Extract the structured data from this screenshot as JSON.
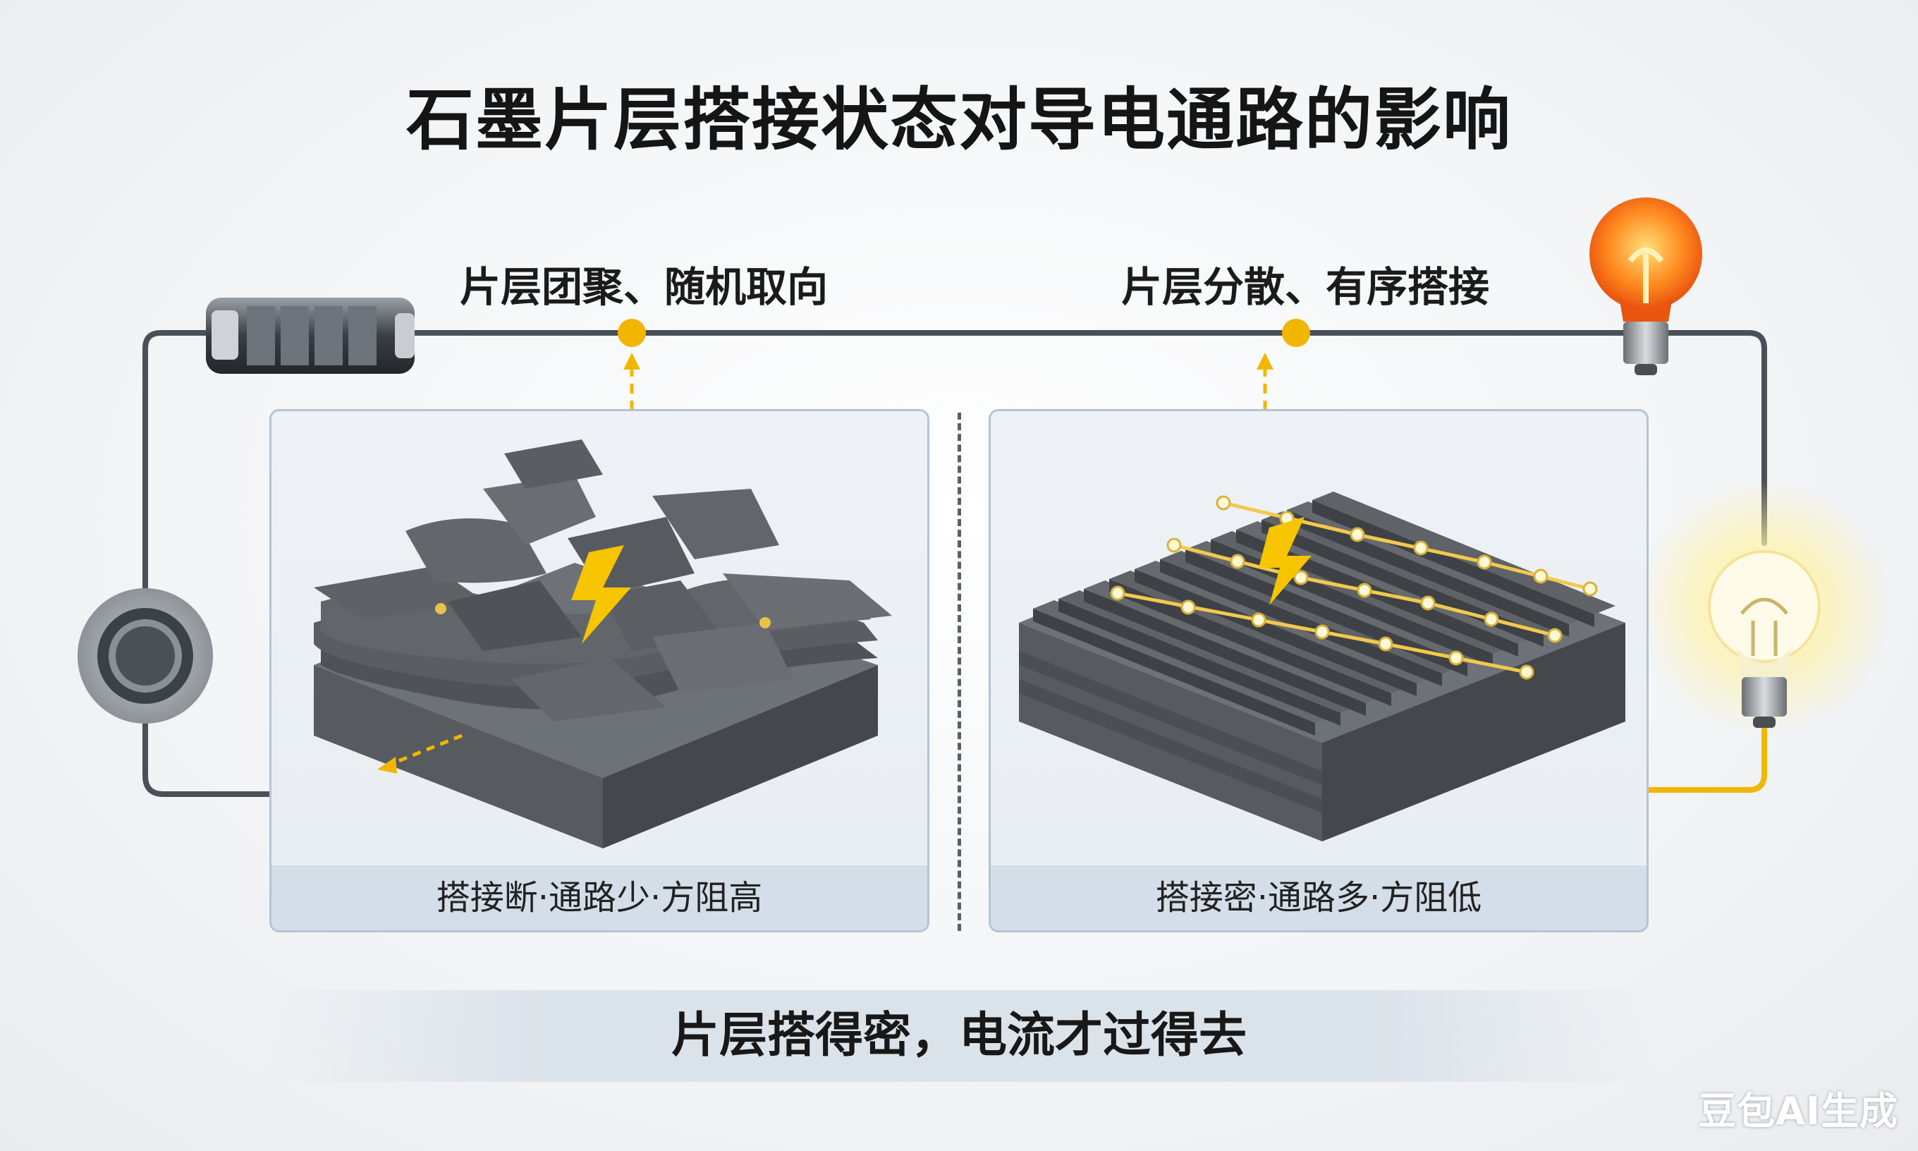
{
  "title": "石墨片层搭接状态对导电通路的影响",
  "left": {
    "heading": "片层团聚、随机取向",
    "caption": "搭接断·通路少·方阻高"
  },
  "right": {
    "heading": "片层分散、有序搭接",
    "caption": "搭接密·通路多·方阻低"
  },
  "banner": "片层搭得密，电流才过得去",
  "watermark": "豆包AI生成",
  "colors": {
    "wire": "#4a5057",
    "current": "#f2b600",
    "flake": "#5b5f64",
    "panel_border": "#b5c4d3"
  },
  "icons": [
    "battery-icon",
    "switch-icon",
    "bulb-off-icon",
    "bulb-lit-icon",
    "lightning-icon"
  ]
}
